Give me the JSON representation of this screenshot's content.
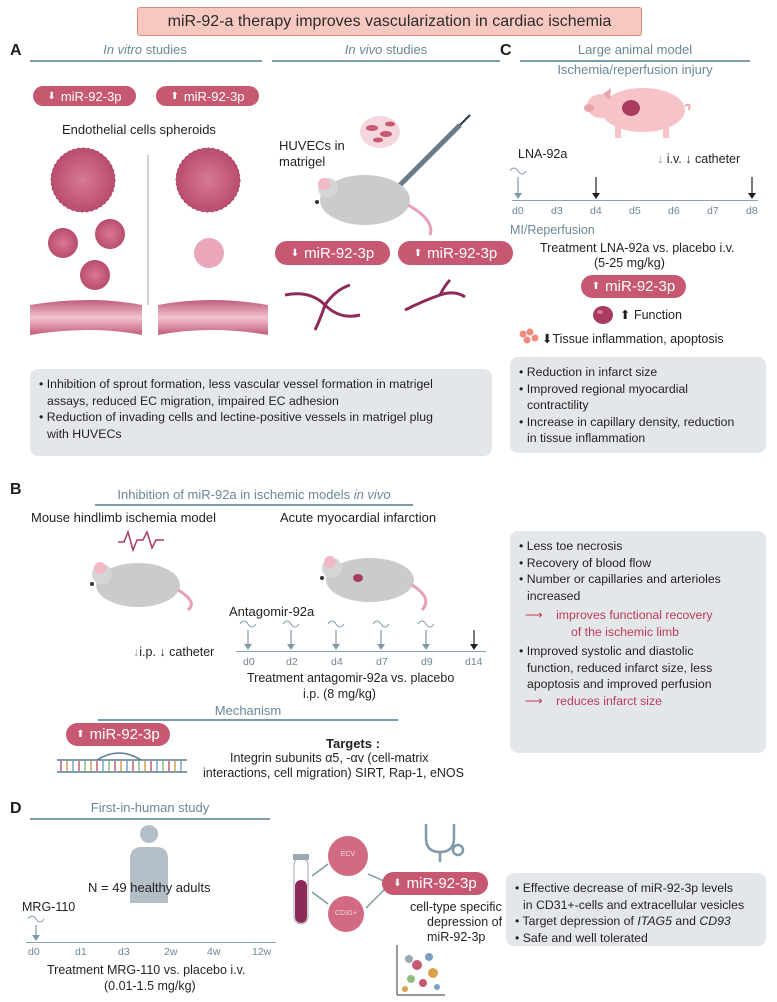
{
  "title": "miR-92-a therapy improves vascularization in cardiac ischemia",
  "panelA": {
    "letter": "A",
    "in_vitro_header_em": "In vitro",
    "in_vitro_header_rest": " studies",
    "in_vivo_header_em": "In vivo",
    "in_vivo_header_rest": " studies",
    "pill_down": "miR-92-3p",
    "pill_up": "miR-92-3p",
    "spheroids_label": "Endothelial cells spheroids",
    "huvec_label_1": "HUVECs in",
    "huvec_label_2": "matrigel",
    "vivo_pill_down": "miR-92-3p",
    "vivo_pill_up": "miR-92-3p",
    "summary": [
      "• Inhibition of sprout formation, less vascular vessel formation in matrigel",
      "  assays, reduced EC migration, impaired EC adhesion",
      "• Reduction of invading cells and lectine-positive vessels in matrigel plug",
      "  with HUVECs"
    ]
  },
  "panelB": {
    "letter": "B",
    "header_text": "Inhibition of miR-92a in ischemic models ",
    "header_em": "in vivo",
    "model1": "Mouse hindlimb ischemia model",
    "model2": "Acute myocardial infarction",
    "drug": "Antagomir-92a",
    "legend_ip": "i.p.",
    "legend_catheter": "catheter",
    "ticks": [
      "d0",
      "d2",
      "d4",
      "d7",
      "d9",
      "d14"
    ],
    "treatment_1": "Treatment antagomir-92a vs. placebo",
    "treatment_2": "i.p. (8 mg/kg)",
    "mechanism_header": "Mechanism",
    "pill_up": "miR-92-3p",
    "targets_title": "Targets :",
    "targets_1": "Integrin subunits α5, -αv (cell-matrix",
    "targets_2": "interactions, cell migration) SIRT, Rap-1, eNOS",
    "box": {
      "l1": "• Less toe necrosis",
      "l2": "• Recovery of blood flow",
      "l3": "• Number or capillaries and arterioles",
      "l4": "  increased",
      "l5": "improves functional recovery",
      "l6": "of the ischemic limb",
      "l7": "• Improved systolic and diastolic",
      "l8": "  function, reduced infarct size, less",
      "l9": "  apoptosis and improved perfusion",
      "l10": "reduces infarct size"
    }
  },
  "panelC": {
    "letter": "C",
    "header_1": "Large animal model",
    "header_2": "Ischemia/reperfusion injury",
    "drug": "LNA-92a",
    "legend_iv": "i.v.",
    "legend_catheter": "catheter",
    "ticks": [
      "d0",
      "d3",
      "d4",
      "d5",
      "d6",
      "d7",
      "d8"
    ],
    "mi_label": "MI/Reperfusion",
    "treatment_1": "Treatment LNA-92a vs. placebo i.v.",
    "treatment_2": "(5-25 mg/kg)",
    "pill_up": "miR-92-3p",
    "function_label": "Function",
    "inflammation_label": "Tissue inflammation, apoptosis",
    "box": [
      "• Reduction in infarct size",
      "• Improved regional myocardial",
      "  contractility",
      "• Increase in capillary density, reduction",
      "  in tissue inflammation"
    ]
  },
  "panelD": {
    "letter": "D",
    "header": "First-in-human study",
    "cohort": "N = 49 healthy adults",
    "drug": "MRG-110",
    "ticks": [
      "d0",
      "d1",
      "d3",
      "2w",
      "4w",
      "12w"
    ],
    "treatment_1": "Treatment MRG-110 vs. placebo i.v.",
    "treatment_2": "(0.01-1.5 mg/kg)",
    "ecv_label": "ECV",
    "cd31_label": "CD31+",
    "pill_down": "miR-92-3p",
    "specific_1": "cell-type specific",
    "specific_2": "depression of",
    "specific_3": "miR-92-3p",
    "box_1": "• Effective decrease of miR-92-3p levels",
    "box_2": "  in CD31+-cells and extracellular vesicles",
    "box_3a": "• Target depression of ",
    "box_3b": "ITAG5",
    "box_3c": " and ",
    "box_3d": "CD93",
    "box_4": "• Safe and well tolerated"
  },
  "colors": {
    "pill": "#c65872",
    "title_bg": "#f6c8c0",
    "header_text": "#6b8796",
    "summary_box": "#e4e7ea",
    "highlight_text": "#c0395a",
    "vessel": "#8e2a5a"
  },
  "icons": [
    "spheroid-icon",
    "mouse-icon",
    "syringe-icon",
    "pig-icon",
    "heart-icon",
    "human-silhouette-icon",
    "stethoscope-icon",
    "blood-tube-icon",
    "ecg-icon",
    "mirna-duplex-icon",
    "tsne-plot-icon"
  ]
}
